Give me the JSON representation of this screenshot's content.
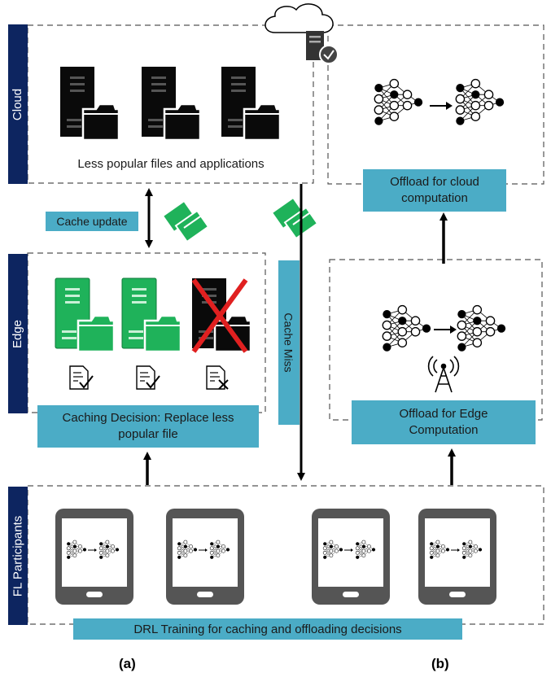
{
  "sections": {
    "cloud": "Cloud",
    "edge": "Edge",
    "fl_participants": "FL Participants"
  },
  "labels": {
    "cloud_files": "Less popular files and applications",
    "cache_update": "Cache update",
    "cache_miss": "Cache Miss",
    "caching_decision": "Caching Decision: Replace less popular file",
    "offload_cloud": "Offload for cloud computation",
    "offload_edge": "Offload for Edge Computation",
    "drl_training": "DRL Training for caching and offloading decisions"
  },
  "captions": {
    "a": "(a)",
    "b": "(b)"
  },
  "colors": {
    "navy": "#0d2560",
    "teal": "#4bacc6",
    "green": "#1fb25a",
    "red": "#e02020"
  },
  "icons": [
    "server-icon",
    "folder-icon",
    "cloud-icon",
    "neural-network-icon",
    "tablet-icon",
    "antenna-tower-icon",
    "document-check-icon",
    "document-cross-icon"
  ]
}
